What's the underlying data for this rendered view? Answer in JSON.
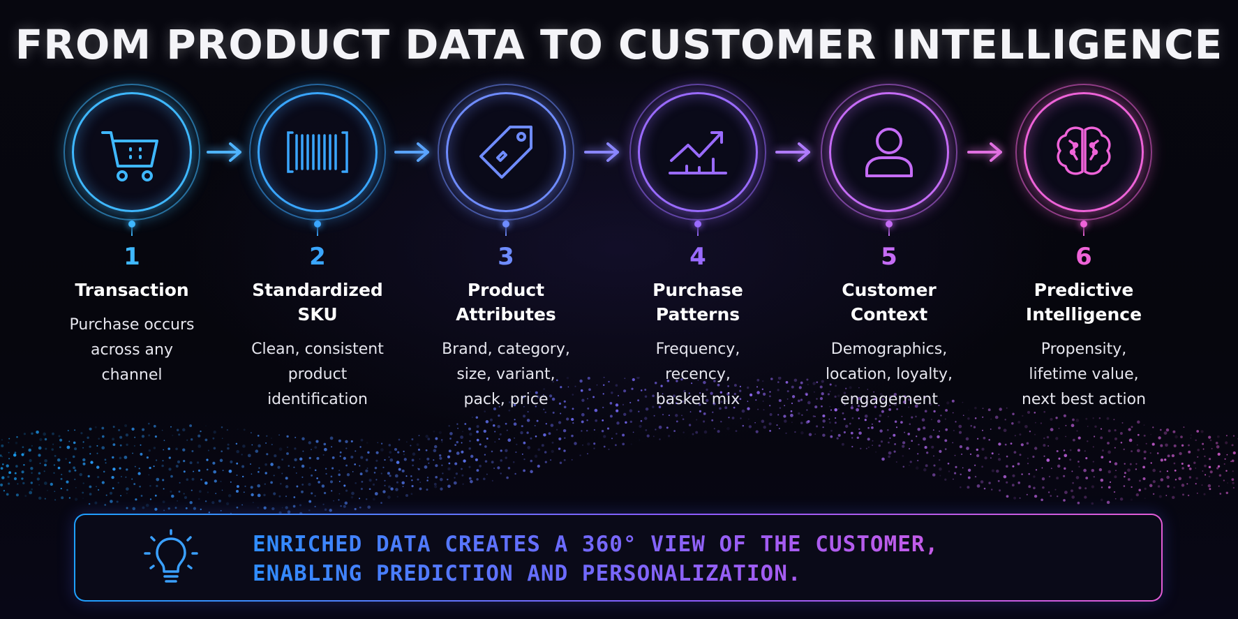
{
  "title": "FROM PRODUCT DATA TO CUSTOMER INTELLIGENCE",
  "steps": [
    {
      "number": "1",
      "label_lines": [
        "Transaction"
      ],
      "desc_lines": [
        "Purchase occurs",
        "across any",
        "channel"
      ],
      "icon": "shopping-cart-icon",
      "color": "#3fb8ff"
    },
    {
      "number": "2",
      "label_lines": [
        "Standardized",
        "SKU"
      ],
      "desc_lines": [
        "Clean, consistent",
        "product",
        "identification"
      ],
      "icon": "barcode-icon",
      "color": "#3aa6ff"
    },
    {
      "number": "3",
      "label_lines": [
        "Product",
        "Attributes"
      ],
      "desc_lines": [
        "Brand, category,",
        "size, variant,",
        "pack, price"
      ],
      "icon": "price-tag-icon",
      "color": "#6f8cff"
    },
    {
      "number": "4",
      "label_lines": [
        "Purchase",
        "Patterns"
      ],
      "desc_lines": [
        "Frequency,",
        "recency,",
        "basket mix"
      ],
      "icon": "trend-chart-icon",
      "color": "#9a6bff"
    },
    {
      "number": "5",
      "label_lines": [
        "Customer",
        "Context"
      ],
      "desc_lines": [
        "Demographics,",
        "location, loyalty,",
        "engagement"
      ],
      "icon": "person-icon",
      "color": "#c56cf5"
    },
    {
      "number": "6",
      "label_lines": [
        "Predictive",
        "Intelligence"
      ],
      "desc_lines": [
        "Propensity,",
        "lifetime value,",
        "next best action"
      ],
      "icon": "brain-icon",
      "color": "#ee63d8"
    }
  ],
  "arrow_colors": [
    "#4fb4ff",
    "#5aa4ff",
    "#8a86ff",
    "#b07bff",
    "#e070e0"
  ],
  "banner": {
    "icon": "lightbulb-icon",
    "lines": [
      "ENRICHED DATA CREATES A 360° VIEW OF THE CUSTOMER,",
      "ENABLING PREDICTION AND PERSONALIZATION."
    ]
  }
}
